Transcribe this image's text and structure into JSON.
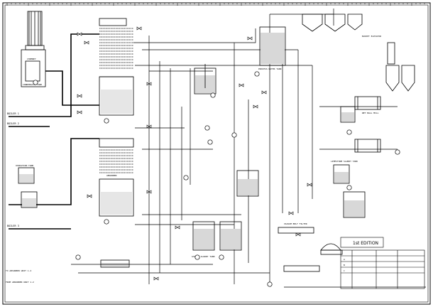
{
  "title_block": {
    "edition": "1st EDITION"
  },
  "equipment_labels": {
    "bottom_left_1": "FROM ABSORBER UNIT 1.2",
    "bottom_left_2": "TO ABSORBER UNIT 1.2",
    "left_boiler_1": "BOILER 1",
    "left_boiler_2": "BOILER 2",
    "left_boiler_3": "BOILER 3",
    "oxidation_tank": "OXIDATION TANK",
    "absorber": "ABSORBER",
    "limestone_slurry_tank": "LIMESTONE SLURRY TANK",
    "gypsum_slurry_tank": "GYPSUM SLURRY TANK",
    "vacuum_belt_filter": "VACUUM BELT FILTER",
    "bucket_elevator": "BUCKET ELEVATOR",
    "wet_ball_mill": "WET BALL MILL",
    "process_water_tank": "PROCESS WATER TANK"
  },
  "revision_rows": [
    "A",
    "B",
    "C"
  ]
}
